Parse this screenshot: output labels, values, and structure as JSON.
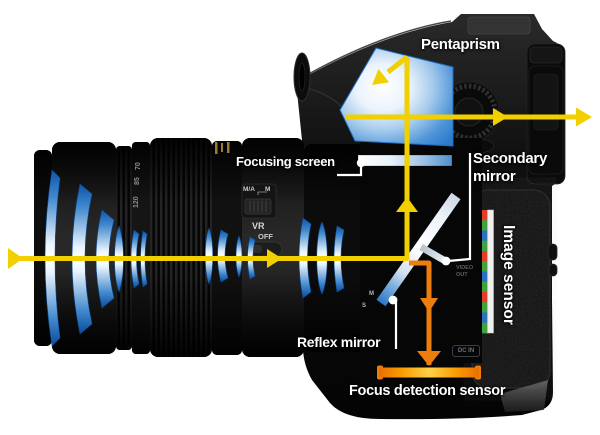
{
  "figure": {
    "subject": "DSLR camera cutaway diagram of the reflex light path",
    "background": "#ffffff"
  },
  "labels": {
    "pentaprism": "Pentaprism",
    "focusing_screen": "Focusing screen",
    "secondary_mirror_line1": "Secondary",
    "secondary_mirror_line2": "mirror",
    "reflex_mirror": "Reflex mirror",
    "image_sensor": "Image sensor",
    "focus_detection_sensor": "Focus detection sensor"
  },
  "lens_markings": {
    "focus_switch_auto": "M/A",
    "focus_switch_manual": "M",
    "vr": "VR",
    "vr_state": "OFF",
    "zoom_scale": [
      "120",
      "85",
      "70"
    ],
    "focus_limit_m": "M",
    "focus_limit_s": "S"
  },
  "body_markings": {
    "video_out_line1": "VIDEO",
    "video_out_line2": "OUT",
    "dc_in": "DC IN"
  },
  "colors": {
    "ray_yellow": "#f2d000",
    "ray_orange": "#ed7d0c",
    "prism_blue": "#2b7ccd",
    "mirror_blue": "#2b79c8",
    "body_black": "#0a0a0a",
    "label_white": "#ffffff",
    "sensor_red": "#e03c28",
    "sensor_green": "#3fa23c",
    "sensor_blue": "#2e6fc0",
    "focus_sensor_orange": "#ee7d0e"
  },
  "image_sensor": {
    "pattern": [
      "red",
      "green",
      "blue",
      "green",
      "red",
      "green",
      "blue",
      "green",
      "red",
      "green",
      "blue",
      "green"
    ]
  }
}
